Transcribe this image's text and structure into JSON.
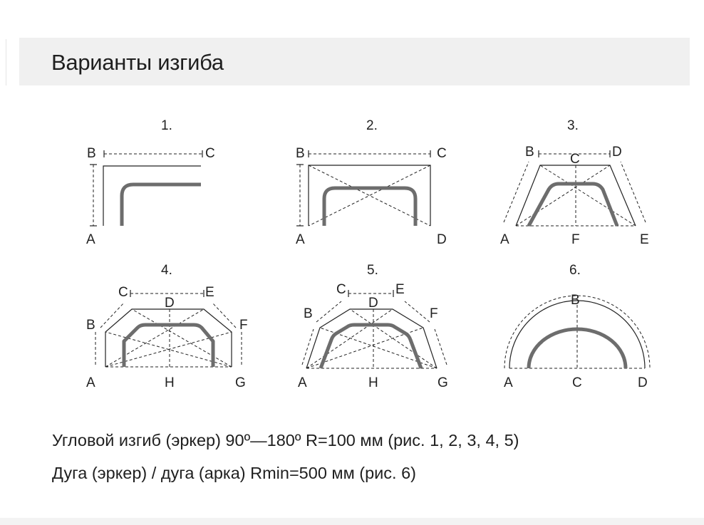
{
  "header": {
    "title": "Варианты изгиба"
  },
  "diagrams": [
    {
      "number": "1.",
      "points": {
        "A": "A",
        "B": "B",
        "C": "C"
      }
    },
    {
      "number": "2.",
      "points": {
        "A": "A",
        "B": "B",
        "C": "C",
        "D": "D"
      }
    },
    {
      "number": "3.",
      "points": {
        "A": "A",
        "B": "B",
        "C": "C",
        "D": "D",
        "E": "E",
        "F": "F"
      }
    },
    {
      "number": "4.",
      "points": {
        "A": "A",
        "B": "B",
        "C": "C",
        "D": "D",
        "E": "E",
        "F": "F",
        "G": "G",
        "H": "H"
      }
    },
    {
      "number": "5.",
      "points": {
        "A": "A",
        "B": "B",
        "C": "C",
        "D": "D",
        "E": "E",
        "F": "F",
        "G": "G",
        "H": "H"
      }
    },
    {
      "number": "6.",
      "points": {
        "A": "A",
        "B": "B",
        "C": "C",
        "D": "D"
      }
    }
  ],
  "captions": {
    "line1": "Угловой изгиб (эркер) 90º—180º R=100 мм (рис. 1, 2, 3, 4, 5)",
    "line2": "Дуга (эркер) / дуга (арка) Rmin=500 мм (рис. 6)"
  },
  "colors": {
    "header_bg": "#f0f0f0",
    "bend_line": "#6d6d6d",
    "line": "#222222"
  }
}
